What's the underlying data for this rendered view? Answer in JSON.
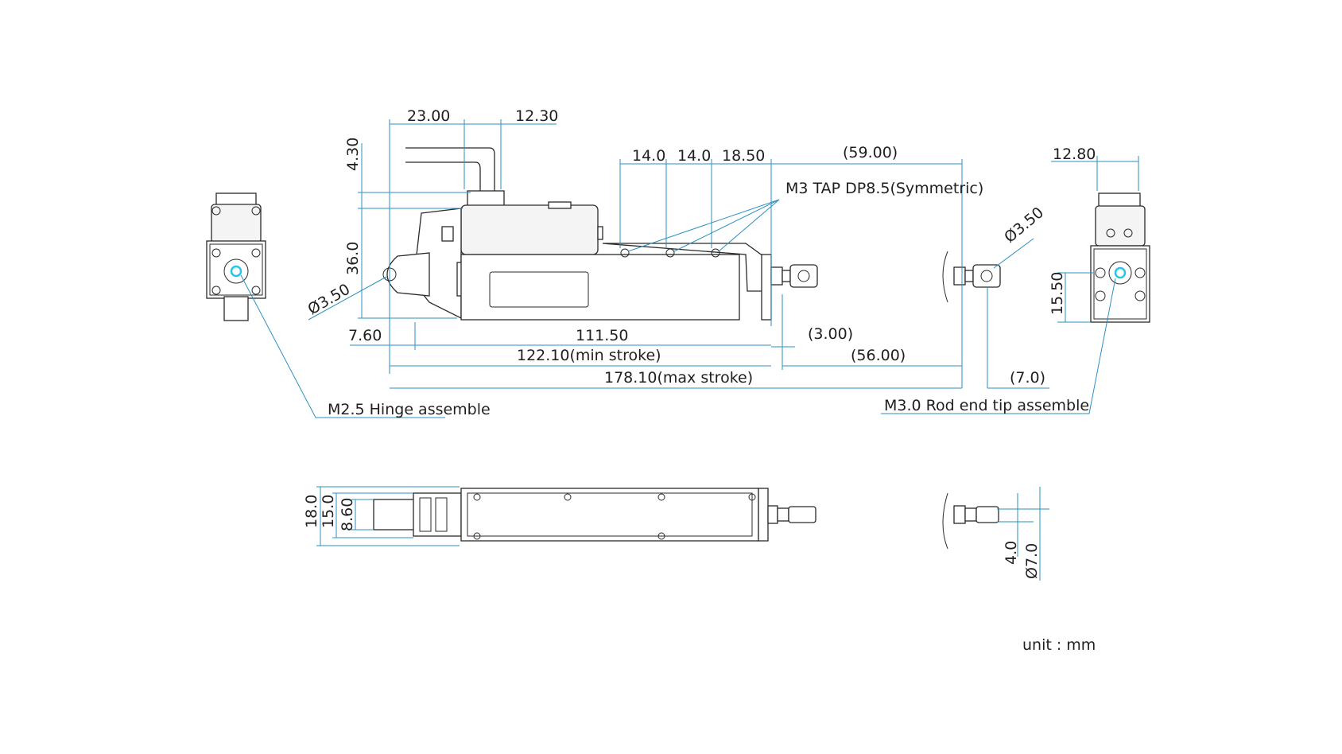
{
  "colors": {
    "dimension_line": "#2d8fc2",
    "outline": "#2a2a2a",
    "highlight": "#29c4e6"
  },
  "dimensions": {
    "top_left_23": "23.00",
    "top_right_12_30": "12.30",
    "vertical_4_30": "4.30",
    "vertical_36": "36.0",
    "hinge_hole_dia": "Ø3.50",
    "tap_spacing_1": "14.0",
    "tap_spacing_2": "14.0",
    "tap_spacing_3": "18.50",
    "extension_59": "(59.00)",
    "left_offset_7_60": "7.60",
    "body_length": "111.50",
    "min_stroke": "122.10(min stroke)",
    "offset_3": "(3.00)",
    "stroke_56": "(56.00)",
    "max_stroke": "178.10(max stroke)",
    "rod_tip_7": "(7.0)",
    "rod_hole_dia": "Ø3.50",
    "right_width": "12.80",
    "right_height": "15.50",
    "height_18": "18.0",
    "height_15": "15.0",
    "height_8_60": "8.60",
    "rod_4": "4.0",
    "rod_dia_7": "Ø7.0"
  },
  "labels": {
    "tap": "M3 TAP DP8.5(Symmetric)",
    "hinge": "M2.5 Hinge assemble",
    "rod_end": "M3.0 Rod end tip assemble",
    "unit": "unit : mm"
  }
}
